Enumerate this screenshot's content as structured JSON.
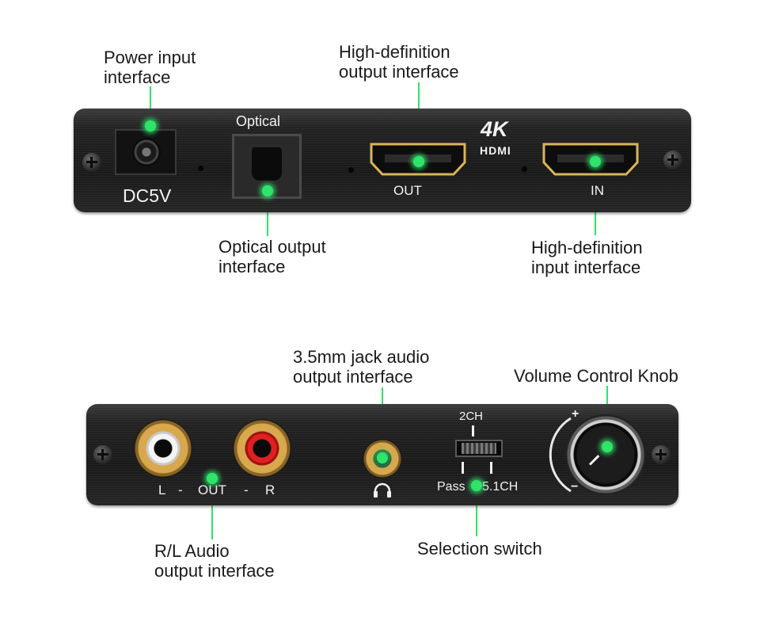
{
  "colors": {
    "callout_green": "#2ee46a",
    "panel": "#1e1e1e",
    "hdmi_gold": "#d9b45a",
    "rca_red": "#d81e1e"
  },
  "top_panel": {
    "dc_label": "DC5V",
    "optical_label": "Optical",
    "hdmi_out_label": "OUT",
    "hdmi_in_label": "IN",
    "logo_4k": "4K",
    "logo_hdmi": "HDMI"
  },
  "bottom_panel": {
    "rca_label_left": "L",
    "rca_label_dash1": "-",
    "rca_label_out": "OUT",
    "rca_label_dash2": "-",
    "rca_label_right": "R",
    "switch_top_label": "2CH",
    "switch_bottom_left_label": "Pass",
    "switch_bottom_right_label": "5.1CH",
    "knob_plus": "+",
    "knob_minus": "−",
    "headphone_icon": "headphone-icon"
  },
  "callouts": {
    "power_input": [
      "Power input",
      "interface"
    ],
    "hd_output": [
      "High-definition",
      "output interface"
    ],
    "optical_output": [
      "Optical output",
      "interface"
    ],
    "hd_input": [
      "High-definition",
      "input interface"
    ],
    "jack_output": [
      "3.5mm jack audio",
      "output interface"
    ],
    "volume_knob": [
      "Volume Control Knob"
    ],
    "rl_audio": [
      "R/L Audio",
      "output interface"
    ],
    "selection_switch": [
      "Selection switch"
    ]
  }
}
